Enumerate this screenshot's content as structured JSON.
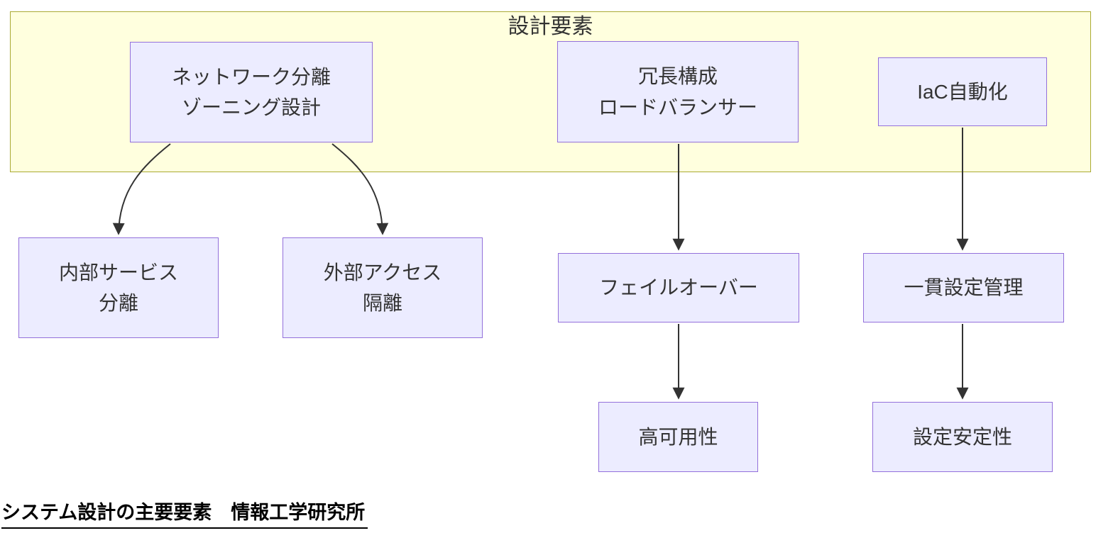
{
  "diagram": {
    "type": "flowchart",
    "cluster": {
      "title": "設計要素"
    },
    "nodes": [
      {
        "id": "network-zoning",
        "line1": "ネットワーク分離",
        "line2": "ゾーニング設計"
      },
      {
        "id": "redundancy-lb",
        "line1": "冗長構成",
        "line2": "ロードバランサー"
      },
      {
        "id": "iac-automation",
        "line1": "IaC自動化"
      },
      {
        "id": "internal-service",
        "line1": "内部サービス",
        "line2": "分離"
      },
      {
        "id": "external-access",
        "line1": "外部アクセス",
        "line2": "隔離"
      },
      {
        "id": "failover",
        "line1": "フェイルオーバー"
      },
      {
        "id": "consistent-config",
        "line1": "一貫設定管理"
      },
      {
        "id": "high-availability",
        "line1": "高可用性"
      },
      {
        "id": "config-stability",
        "line1": "設定安定性"
      }
    ],
    "edges": [
      {
        "from": "network-zoning",
        "to": "internal-service"
      },
      {
        "from": "network-zoning",
        "to": "external-access"
      },
      {
        "from": "redundancy-lb",
        "to": "failover"
      },
      {
        "from": "iac-automation",
        "to": "consistent-config"
      },
      {
        "from": "failover",
        "to": "high-availability"
      },
      {
        "from": "consistent-config",
        "to": "config-stability"
      }
    ],
    "caption": "システム設計の主要要素　情報工学研究所",
    "colors": {
      "cluster_fill": "#ffffde",
      "cluster_border": "#aaaa33",
      "node_fill": "#ECECFF",
      "node_border": "#9370DB",
      "edge": "#333333",
      "text": "#333333",
      "caption_text": "#000000"
    }
  }
}
